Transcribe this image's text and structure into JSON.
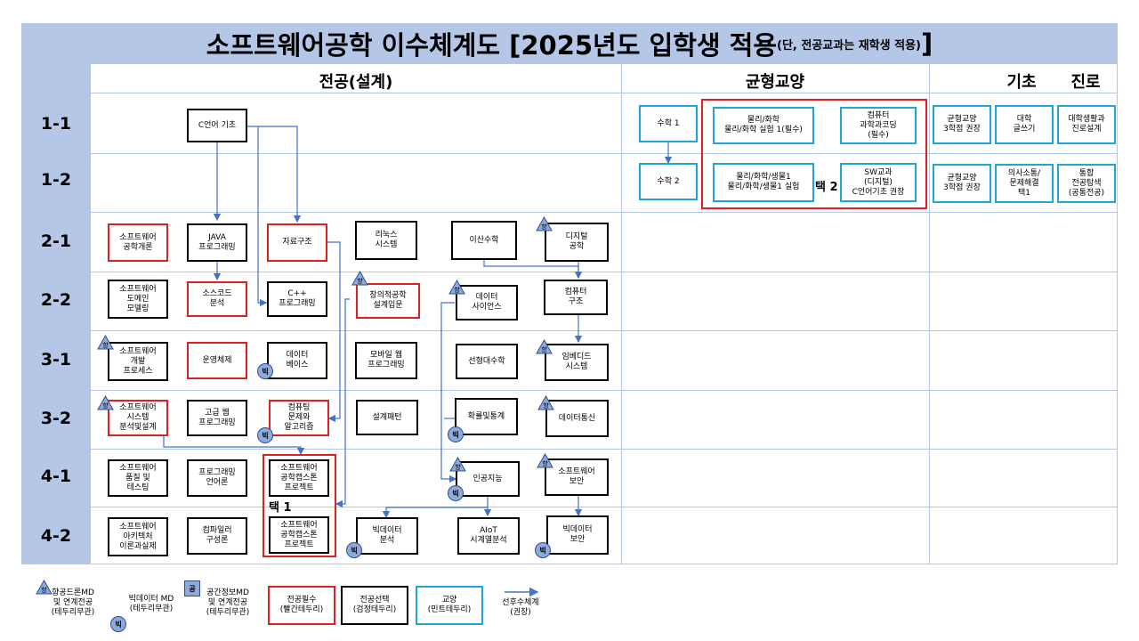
{
  "title": {
    "main": "소프트웨어공학 이수체계도 [2025년도 입학생 적용",
    "sub": "(단, 전공교과는 재학생 적용)",
    "close": "]"
  },
  "headers": {
    "major": "전공(설계)",
    "liberal": "균형교양",
    "basic": "기초",
    "career": "진로"
  },
  "rows": [
    "1-1",
    "1-2",
    "2-1",
    "2-2",
    "3-1",
    "3-2",
    "4-1",
    "4-2"
  ],
  "badges": {
    "hyang": "향",
    "big": "빅",
    "gong": "공"
  },
  "courses": {
    "c_basic": "C언어 기초",
    "se_intro": "소프트웨어\n공학개론",
    "java": "JAVA\n프로그래밍",
    "data_struct": "자료구조",
    "linux": "리눅스\n시스템",
    "discrete": "이산수학",
    "digital": "디지털\n공학",
    "se_domain": "소프트웨어\n도메인\n모델링",
    "source_analysis": "소스코드\n분석",
    "cpp": "C++\n프로그래밍",
    "creative": "창의적공학\n설계입문",
    "data_science": "데이터\n사이언스",
    "comp_arch": "컴퓨터\n구조",
    "se_process": "소프트웨어\n개발\n프로세스",
    "os": "운영체제",
    "database": "데이터\n베이스",
    "mobile_web": "모바일 웹\n프로그래밍",
    "linear_algebra": "선형대수학",
    "embedded": "임베디드\n시스템",
    "sys_analysis": "소프트웨어\n시스템\n분석및설계",
    "adv_web": "고급 웹\n프로그래밍",
    "computing": "컴퓨팅\n문제와\n알고리즘",
    "design_pattern": "설계패턴",
    "prob_stat": "확률및통계",
    "data_comm": "데이터통신",
    "quality": "소프트웨어\n품질 및\n테스팅",
    "pl": "프로그래밍\n언어론",
    "capstone1": "소프트웨어\n공학캡스톤\n프로젝트",
    "ai": "인공지능",
    "sw_security": "소프트웨어\n보안",
    "architecture": "소프트웨어\n아키텍처\n이론과실제",
    "compiler": "컴파일러\n구성론",
    "capstone2": "소프트웨어\n공학캡스톤\n프로젝트",
    "bigdata_analysis": "빅데이터\n분석",
    "aiot": "AIoT\n시계열분석",
    "bigdata_security": "빅데이터\n보안"
  },
  "choice_capstone": "택 1",
  "liberal": {
    "math1": "수학 1",
    "math2": "수학 2",
    "phys_chem": "물리/화학\n물리/화학 실험 1(필수)",
    "computer_coding": "컴퓨터\n과학과코딩\n(필수)",
    "phys_bio": "물리/화학/생물1\n물리/화학/생물1  실험",
    "sw_digital": "SW교과\n(디지털)\nC언어기초  권장",
    "choice2": "택 2"
  },
  "basic_career": {
    "balanced1": "균형교양\n3학점 권장",
    "writing": "대학\n글쓰기",
    "college_life": "대학생활과\n진로설계",
    "balanced2": "균형교양\n3학점 권장",
    "communication": "의사소통/\n문제해결\n택1",
    "integrated": "통합\n전공탐색\n(공통전공)"
  },
  "legend": {
    "hyang_text": "향공드론MD\n및 연계전공\n(테두리무관)",
    "big_text": "빅데이터  MD\n(테두리무관)",
    "gong_text": "공간정보MD\n및 연계전공\n(테두리무관)",
    "required": "전공필수\n(빨간테두리)",
    "elective": "전공선택\n(검정테두리)",
    "liberal": "교양\n(민트테두리)",
    "prereq": "선후수체계\n(권장)"
  },
  "colors": {
    "header_bg": "#b4c7e7",
    "required": "#e02020",
    "liberal": "#1fa5d9",
    "arrow": "#4472c4",
    "badge": "#8ea9db"
  }
}
